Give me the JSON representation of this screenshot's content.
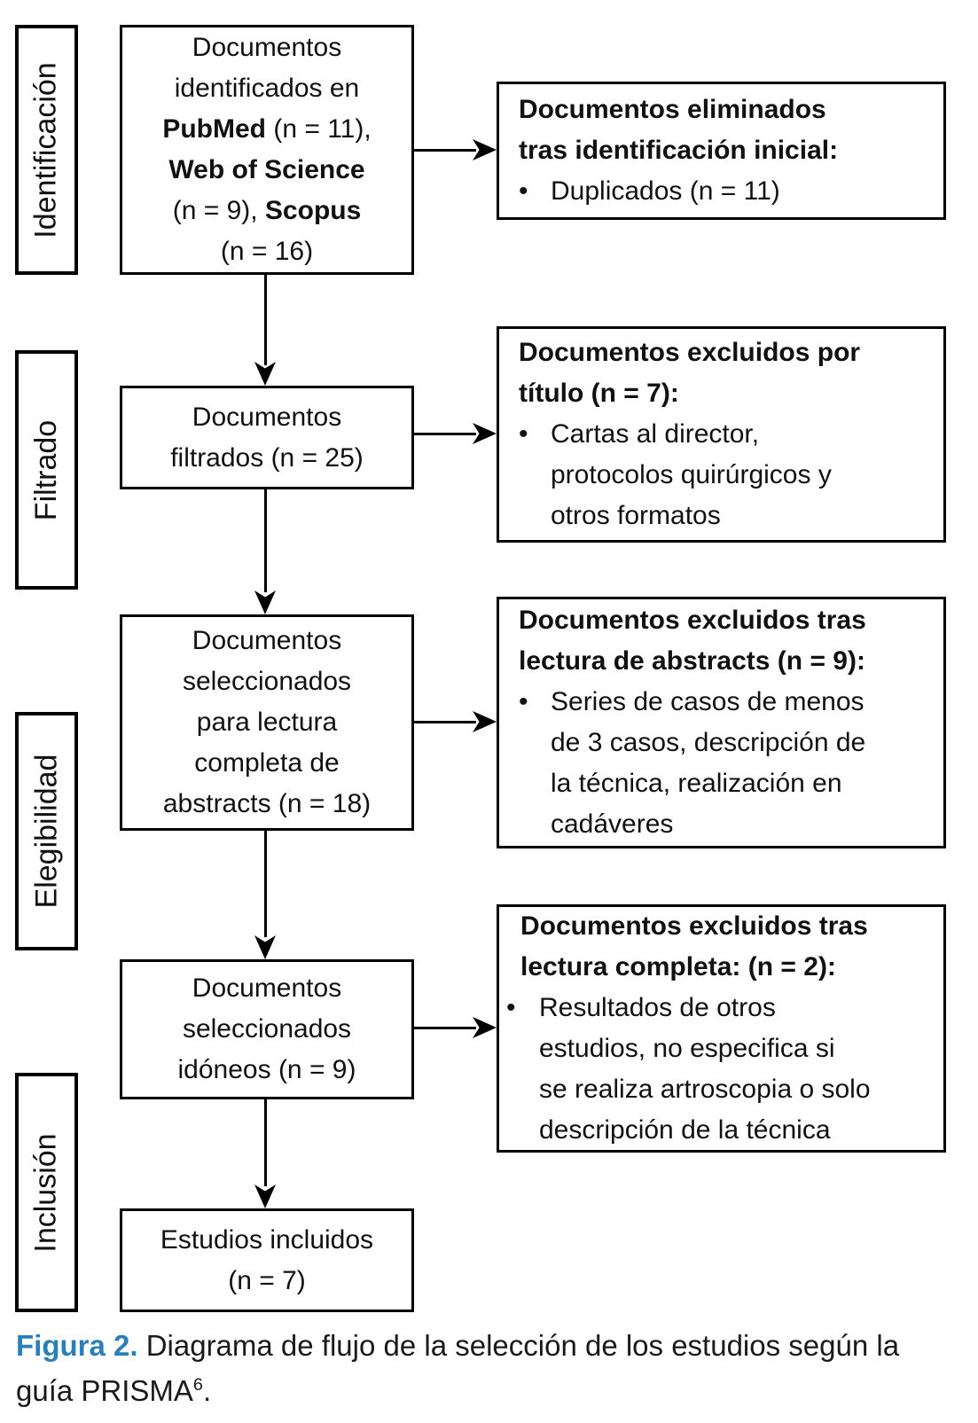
{
  "figure": {
    "type": "prisma-flow-diagram",
    "accent_color": "#2b7fb8",
    "text_color": "#111111",
    "bullet_char": "•"
  },
  "flow": {
    "stages": [
      {
        "label": "Identificación"
      },
      {
        "label": "Filtrado"
      },
      {
        "label": "Elegibilidad"
      },
      {
        "label": "Inclusión"
      }
    ],
    "boxes": [
      {
        "name": "documentos-identificados",
        "lines": [
          [
            "Documentos"
          ],
          [
            "identificados en"
          ],
          [
            {
              "t": "PubMed",
              "b": true
            },
            {
              "t": " (n = 11),"
            }
          ],
          [
            {
              "t": "Web of Science",
              "b": true
            }
          ],
          [
            {
              "t": "(n = 9), "
            },
            {
              "t": "Scopus",
              "b": true
            }
          ],
          [
            "(n = 16)"
          ]
        ]
      },
      {
        "name": "documentos-filtrados",
        "lines": [
          [
            "Documentos"
          ],
          [
            "filtrados (n = 25)"
          ]
        ]
      },
      {
        "name": "documentos-seleccionados-abstracts",
        "lines": [
          [
            "Documentos"
          ],
          [
            "seleccionados"
          ],
          [
            "para lectura"
          ],
          [
            "completa de"
          ],
          [
            "abstracts (n = 18)"
          ]
        ]
      },
      {
        "name": "documentos-seleccionados-idoneos",
        "lines": [
          [
            "Documentos"
          ],
          [
            "seleccionados"
          ],
          [
            "idóneos (n = 9)"
          ]
        ]
      },
      {
        "name": "estudios-incluidos",
        "lines": [
          [
            "Estudios incluidos"
          ],
          [
            "(n = 7)"
          ]
        ]
      }
    ],
    "exclusions": [
      {
        "name": "eliminados-identificacion-inicial",
        "title_lines": [
          [
            {
              "t": "Documentos eliminados",
              "b": true
            }
          ],
          [
            {
              "t": "tras identificación inicial:",
              "b": true
            }
          ]
        ],
        "bullet_lines": [
          [
            "Duplicados (n = 11)"
          ]
        ]
      },
      {
        "name": "excluidos-por-titulo",
        "title_lines": [
          [
            {
              "t": "Documentos excluidos por",
              "b": true
            }
          ],
          [
            {
              "t": "título",
              "b": true
            },
            {
              "t": " (n = 7):"
            }
          ]
        ],
        "bullet_lines": [
          [
            "Cartas al director,"
          ],
          [
            "protocolos quirúrgicos y"
          ],
          [
            "otros formatos"
          ]
        ]
      },
      {
        "name": "excluidos-tras-abstracts",
        "title_lines": [
          [
            {
              "t": "Documentos excluidos tras",
              "b": true
            }
          ],
          [
            {
              "t": "lectura de abstracts",
              "b": true
            },
            {
              "t": " (n = 9):"
            }
          ]
        ],
        "bullet_lines": [
          [
            "Series de casos de menos"
          ],
          [
            "de 3 casos, descripción de"
          ],
          [
            "la técnica, realización en"
          ],
          [
            "cadáveres"
          ]
        ]
      },
      {
        "name": "excluidos-tras-lectura-completa",
        "title_lines": [
          [
            {
              "t": "Documentos excluidos tras",
              "b": true
            }
          ],
          [
            {
              "t": "lectura completa:",
              "b": true
            },
            {
              "t": " (n = 2):"
            }
          ]
        ],
        "bullet_lines": [
          [
            "Resultados de otros"
          ],
          [
            "estudios, no especifica si"
          ],
          [
            "se realiza artroscopia o solo"
          ],
          [
            "descripción de la técnica"
          ]
        ]
      }
    ]
  },
  "caption": {
    "figure_label": "Figura 2.",
    "line1": "Diagrama de flujo de la selección de los estudios según la",
    "line2": "guía PRISMA",
    "reference_superscript": "6",
    "suffix": "."
  }
}
